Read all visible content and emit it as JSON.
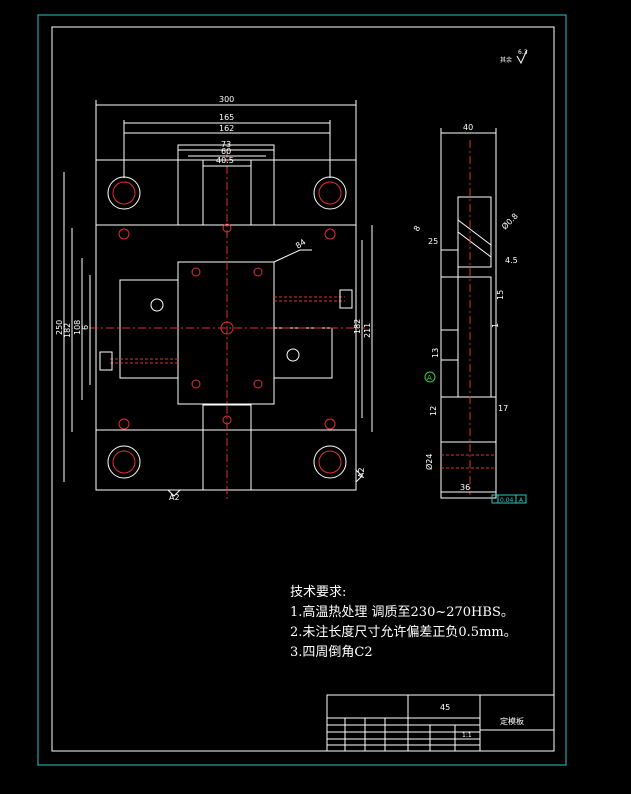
{
  "drawing": {
    "roughness_note": "其余",
    "roughness_value": "6.3",
    "front_view_dims": {
      "d300": "300",
      "d165": "165",
      "d162": "162",
      "d73": "73",
      "d60": "60",
      "d40_5": "40.5",
      "d211": "211",
      "d182": "182",
      "d250": "250",
      "d182b": "182",
      "d108": "108",
      "d6": "6",
      "d84": "84",
      "section_a": "A2",
      "section_b": "A2"
    },
    "side_view_dims": {
      "d40": "40",
      "d25": "25",
      "d0_8": "Ø0.8",
      "d8": "8",
      "d4_5": "4.5",
      "d15": "15",
      "d1": "1",
      "d13": "13",
      "d17": "17",
      "d12": "12",
      "d24": "Ø24",
      "d36": "36",
      "datum": "A",
      "tolerance": "0.04",
      "tolerance_datum": "A"
    },
    "title_block": {
      "material": "45",
      "part_name": "定模板",
      "scale": "1:1"
    }
  },
  "notes": {
    "title": "技术要求:",
    "item1": "1.高温热处理 调质至230~270HBS。",
    "item2": "2.未注长度尺寸允许偏差正负0.5mm。",
    "item3": "3.四周倒角C2"
  }
}
